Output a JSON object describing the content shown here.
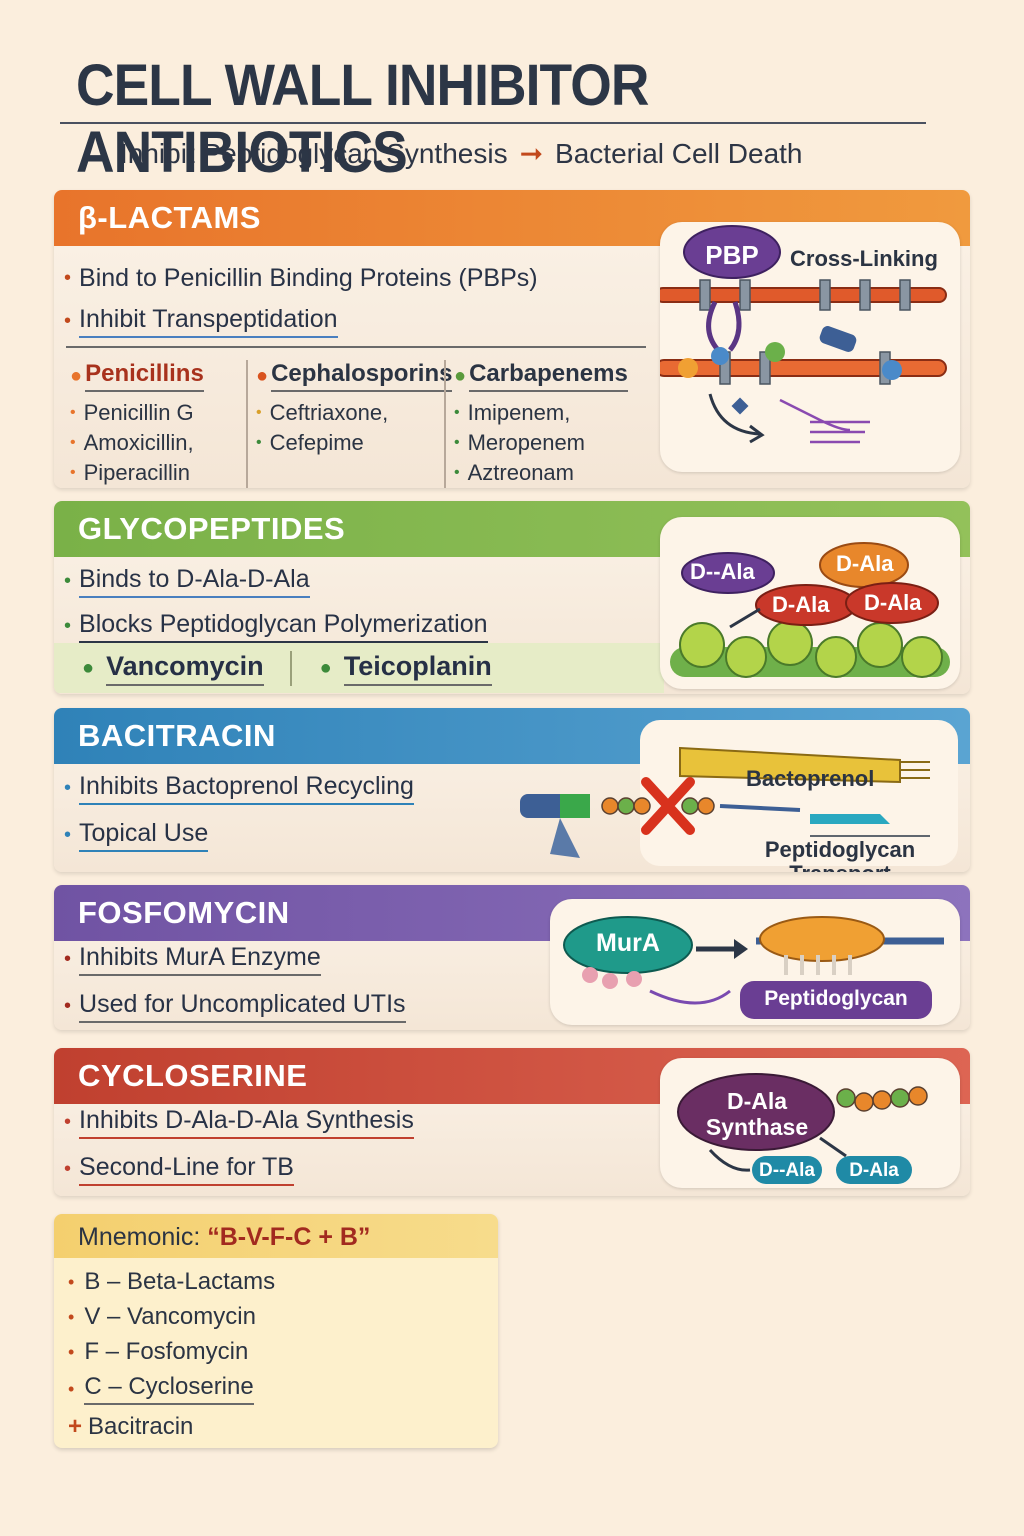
{
  "title": "CELL WALL INHIBITOR ANTIBIOTICS",
  "subtitle": {
    "left": "Inhibit Peptidoglycan Synthesis",
    "right": "Bacterial Cell Death",
    "arrow": "➞"
  },
  "beta_lactams": {
    "header": "β-LACTAMS",
    "bullets": [
      "Bind to Penicillin Binding Proteins (PBPs)",
      "Inhibit Transpeptidation"
    ],
    "columns": [
      {
        "name": "Penicillins",
        "items": [
          "Penicillin G",
          "Amoxicillin,",
          "Piperacillin"
        ]
      },
      {
        "name": "Cephalosporins",
        "items": [
          "Ceftriaxone,",
          "Cefepime"
        ]
      },
      {
        "name": "Carbapenems",
        "items": [
          "Imipenem,",
          "Meropenem",
          "Aztreonam"
        ]
      }
    ],
    "illustration": {
      "pbp": "PBP",
      "caption": "Cross-Linking"
    }
  },
  "glycopeptides": {
    "header": "GLYCOPEPTIDES",
    "bullets": [
      "Binds to D-Ala-D-Ala",
      "Blocks Peptidoglycan Polymerization"
    ],
    "drugs": [
      "Vancomycin",
      "Teicoplanin"
    ],
    "illustration": {
      "labels": [
        "D-‑Ala",
        "D-Ala",
        "D-Ala",
        "D-Ala"
      ]
    }
  },
  "bacitracin": {
    "header": "BACITRACIN",
    "bullets": [
      "Inhibits Bactoprenol Recycling",
      "Topical Use"
    ],
    "illustration": {
      "bactoprenol": "Bactoprenol",
      "caption_1": "Peptidoglycan",
      "caption_2": "Transport"
    }
  },
  "fosfomycin": {
    "header": "FOSFOMYCIN",
    "bullets": [
      "Inhibits MurA Enzyme",
      "Used for Uncomplicated UTIs"
    ],
    "illustration": {
      "enzyme": "MurA",
      "product": "Peptidoglycan"
    }
  },
  "cycloserine": {
    "header": "CYCLOSERINE",
    "bullets": [
      "Inhibits D-Ala-D-Ala Synthesis",
      "Second-Line for TB"
    ],
    "illustration": {
      "enzyme_1": "D-Ala",
      "enzyme_2": "Synthase",
      "products": [
        "D-‑Ala",
        "D-Ala"
      ]
    }
  },
  "mnemonic": {
    "label": "Mnemonic: ",
    "phrase": "“B-V-F-C + B”",
    "items": [
      "B – Beta-Lactams",
      "V – Vancomycin",
      "F – Fosfomycin",
      "C – Cycloserine"
    ],
    "extra_symbol": "+",
    "extra": "Bacitracin"
  },
  "colors": {
    "beta_lactams": "#e8742b",
    "glycopeptides": "#7ab148",
    "bacitracin": "#2f82b8",
    "fosfomycin": "#7053a3",
    "cycloserine": "#c0402f",
    "mnemonic": "#f4cf6e"
  }
}
